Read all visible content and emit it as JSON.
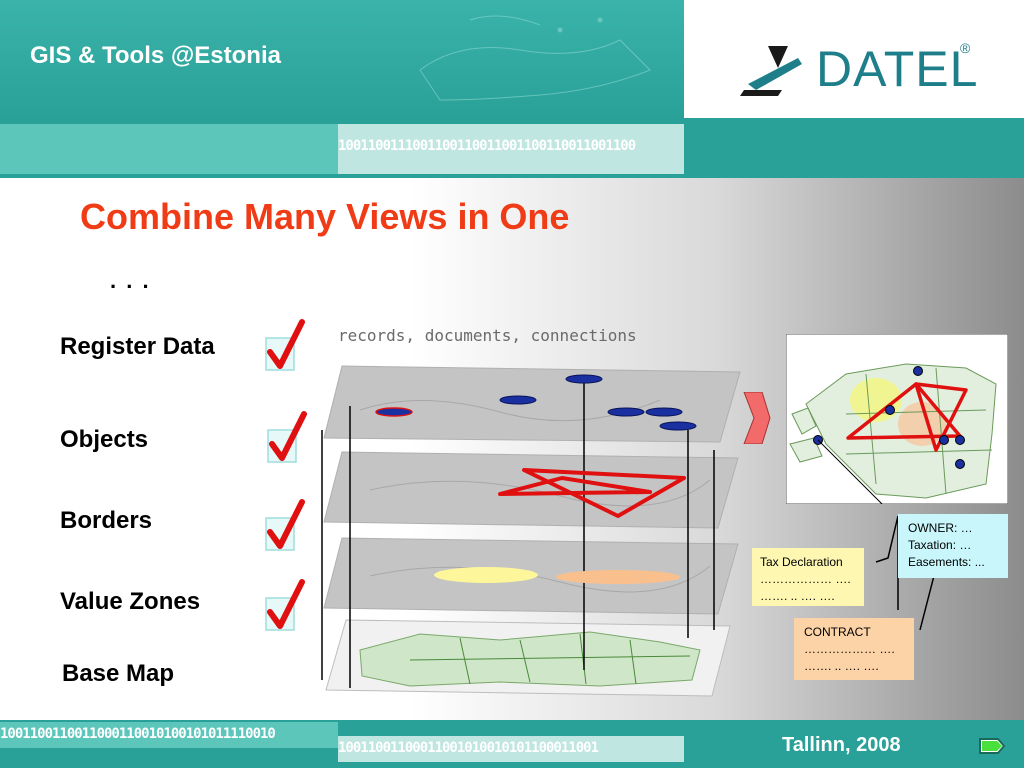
{
  "header": {
    "title": "GIS & Tools @Estonia",
    "logo_text": "DATEL",
    "logo_reg": "®",
    "binary_top": "1001100111001100110011001100110011001100",
    "binary_bottom_left": "1001100110011000110010100101011110010",
    "binary_bottom_right": "10011001100011001010010101100011001"
  },
  "slide": {
    "title": "Combine Many Views in One",
    "ellipsis": ". . .",
    "records_caption": "records, documents, connections"
  },
  "layers": [
    {
      "label": "Register Data",
      "checked": true
    },
    {
      "label": "Objects",
      "checked": true
    },
    {
      "label": "Borders",
      "checked": true
    },
    {
      "label": "Value Zones",
      "checked": true
    },
    {
      "label": "Base Map",
      "checked": false
    }
  ],
  "boxes": {
    "tax": {
      "title": "Tax Declaration",
      "line1": "……………… ….",
      "line2": "……. .. …. …."
    },
    "owner": {
      "line1": "OWNER: …",
      "line2": "Taxation: …",
      "line3": "Easements: ..."
    },
    "contract": {
      "title": "CONTRACT",
      "line1": "……………… ….",
      "line2": "……. .. …. …."
    }
  },
  "footer": {
    "text": "Tallinn, 2008",
    "next_icon": "next-arrow-icon"
  },
  "colors": {
    "teal": "#2aa198",
    "title_red": "#f03c16",
    "check_red": "#e01010",
    "tax_yellow": "#fdf7b1",
    "owner_cyan": "#c9f6fb",
    "contract_peach": "#fbd3a6"
  }
}
